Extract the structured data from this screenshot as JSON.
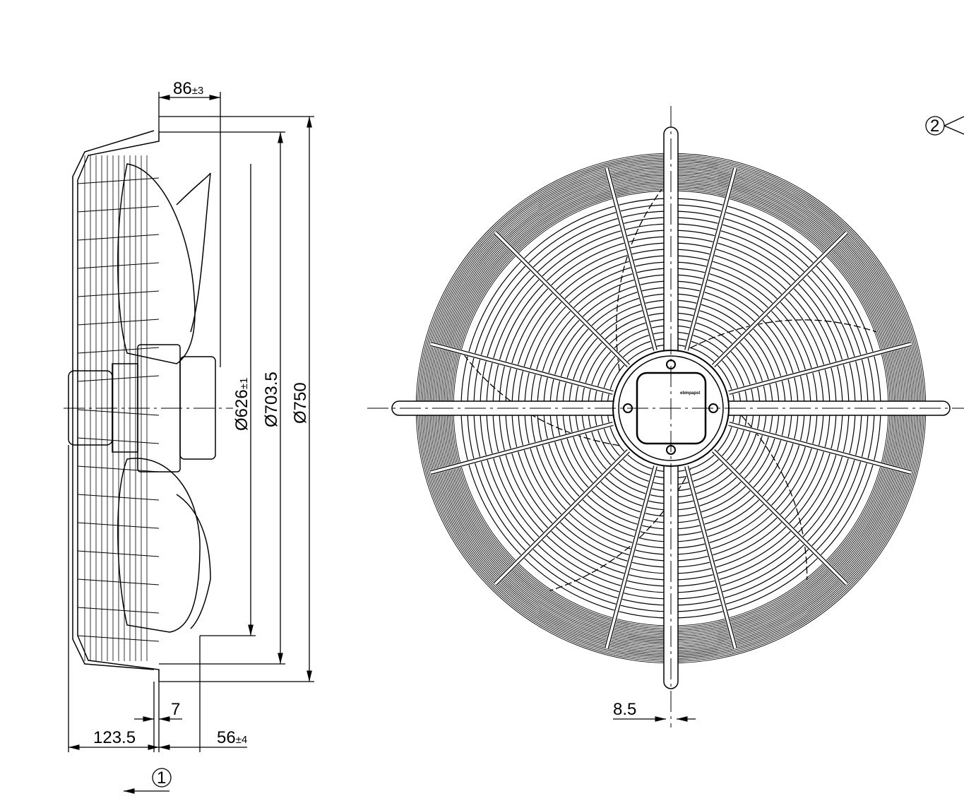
{
  "drawing": {
    "side_view": {
      "dim_top": {
        "value": "86",
        "tol": "±3"
      },
      "dim_d626": {
        "value": "Ø626",
        "tol": "±1"
      },
      "dim_d703": "Ø703.5",
      "dim_d750": "Ø750",
      "dim_7": "7",
      "dim_123": "123.5",
      "dim_56": {
        "value": "56",
        "tol": "±4"
      },
      "callout_1": "1"
    },
    "front_view": {
      "dim_85": "8.5",
      "callout_2": "2",
      "logo": "ebmpapst"
    },
    "colors": {
      "line": "#000000",
      "background": "#ffffff"
    }
  }
}
